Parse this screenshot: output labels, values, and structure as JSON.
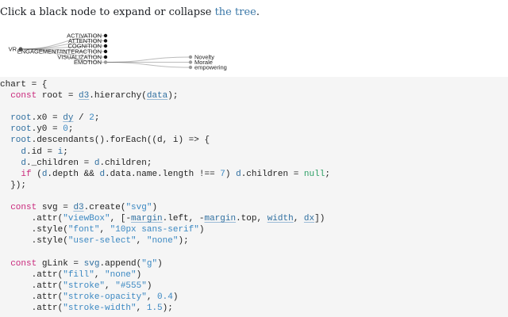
{
  "intro": {
    "text": "Click a black node to expand or collapse ",
    "link": "the tree",
    "suffix": "."
  },
  "tree": {
    "root": "VR",
    "children": [
      {
        "name": "ACTIVATION",
        "collapsed": true
      },
      {
        "name": "ATTENTION",
        "collapsed": true
      },
      {
        "name": "COGNITION",
        "collapsed": true
      },
      {
        "name": "ENGAGEMENT/INTERACTION",
        "collapsed": true
      },
      {
        "name": "VISUALIZATION",
        "collapsed": true
      },
      {
        "name": "EMOTION",
        "collapsed": false
      }
    ],
    "emotion_children": [
      "Novelty",
      "Morale",
      "empowering"
    ]
  },
  "code_lines": [
    [
      [
        "t",
        "chart = {"
      ]
    ],
    [
      [
        "t",
        "  "
      ],
      [
        "kw",
        "const"
      ],
      [
        "t",
        " root = "
      ],
      [
        "ref",
        "d3"
      ],
      [
        "t",
        ".hierarchy("
      ],
      [
        "ref",
        "data"
      ],
      [
        "t",
        ");"
      ]
    ],
    [],
    [
      [
        "t",
        "  "
      ],
      [
        "var",
        "root"
      ],
      [
        "t",
        ".x0 = "
      ],
      [
        "ref",
        "dy"
      ],
      [
        "t",
        " / "
      ],
      [
        "num",
        "2"
      ],
      [
        "t",
        ";"
      ]
    ],
    [
      [
        "t",
        "  "
      ],
      [
        "var",
        "root"
      ],
      [
        "t",
        ".y0 = "
      ],
      [
        "num",
        "0"
      ],
      [
        "t",
        ";"
      ]
    ],
    [
      [
        "t",
        "  "
      ],
      [
        "var",
        "root"
      ],
      [
        "t",
        ".descendants().forEach((d, i) => {"
      ]
    ],
    [
      [
        "t",
        "    "
      ],
      [
        "var",
        "d"
      ],
      [
        "t",
        ".id = "
      ],
      [
        "var",
        "i"
      ],
      [
        "t",
        ";"
      ]
    ],
    [
      [
        "t",
        "    "
      ],
      [
        "var",
        "d"
      ],
      [
        "t",
        "._children = "
      ],
      [
        "var",
        "d"
      ],
      [
        "t",
        ".children;"
      ]
    ],
    [
      [
        "t",
        "    "
      ],
      [
        "kw",
        "if"
      ],
      [
        "t",
        " ("
      ],
      [
        "var",
        "d"
      ],
      [
        "t",
        ".depth && "
      ],
      [
        "var",
        "d"
      ],
      [
        "t",
        ".data.name.length !== "
      ],
      [
        "num",
        "7"
      ],
      [
        "t",
        ") "
      ],
      [
        "var",
        "d"
      ],
      [
        "t",
        ".children = "
      ],
      [
        "nul",
        "null"
      ],
      [
        "t",
        ";"
      ]
    ],
    [
      [
        "t",
        "  });"
      ]
    ],
    [],
    [
      [
        "t",
        "  "
      ],
      [
        "kw",
        "const"
      ],
      [
        "t",
        " svg = "
      ],
      [
        "ref",
        "d3"
      ],
      [
        "t",
        ".create("
      ],
      [
        "str",
        "\"svg\""
      ],
      [
        "t",
        ")"
      ]
    ],
    [
      [
        "t",
        "      .attr("
      ],
      [
        "str",
        "\"viewBox\""
      ],
      [
        "t",
        ", [-"
      ],
      [
        "ref",
        "margin"
      ],
      [
        "t",
        ".left, -"
      ],
      [
        "ref",
        "margin"
      ],
      [
        "t",
        ".top, "
      ],
      [
        "ref",
        "width"
      ],
      [
        "t",
        ", "
      ],
      [
        "ref",
        "dx"
      ],
      [
        "t",
        "])"
      ]
    ],
    [
      [
        "t",
        "      .style("
      ],
      [
        "str",
        "\"font\""
      ],
      [
        "t",
        ", "
      ],
      [
        "str",
        "\"10px sans-serif\""
      ],
      [
        "t",
        ")"
      ]
    ],
    [
      [
        "t",
        "      .style("
      ],
      [
        "str",
        "\"user-select\""
      ],
      [
        "t",
        ", "
      ],
      [
        "str",
        "\"none\""
      ],
      [
        "t",
        ");"
      ]
    ],
    [],
    [
      [
        "t",
        "  "
      ],
      [
        "kw",
        "const"
      ],
      [
        "t",
        " gLink = "
      ],
      [
        "var",
        "svg"
      ],
      [
        "t",
        ".append("
      ],
      [
        "str",
        "\"g\""
      ],
      [
        "t",
        ")"
      ]
    ],
    [
      [
        "t",
        "      .attr("
      ],
      [
        "str",
        "\"fill\""
      ],
      [
        "t",
        ", "
      ],
      [
        "str",
        "\"none\""
      ],
      [
        "t",
        ")"
      ]
    ],
    [
      [
        "t",
        "      .attr("
      ],
      [
        "str",
        "\"stroke\""
      ],
      [
        "t",
        ", "
      ],
      [
        "str",
        "\"#555\""
      ],
      [
        "t",
        ")"
      ]
    ],
    [
      [
        "t",
        "      .attr("
      ],
      [
        "str",
        "\"stroke-opacity\""
      ],
      [
        "t",
        ", "
      ],
      [
        "num",
        "0.4"
      ],
      [
        "t",
        ")"
      ]
    ],
    [
      [
        "t",
        "      .attr("
      ],
      [
        "str",
        "\"stroke-width\""
      ],
      [
        "t",
        ", "
      ],
      [
        "num",
        "1.5"
      ],
      [
        "t",
        ");"
      ]
    ]
  ]
}
